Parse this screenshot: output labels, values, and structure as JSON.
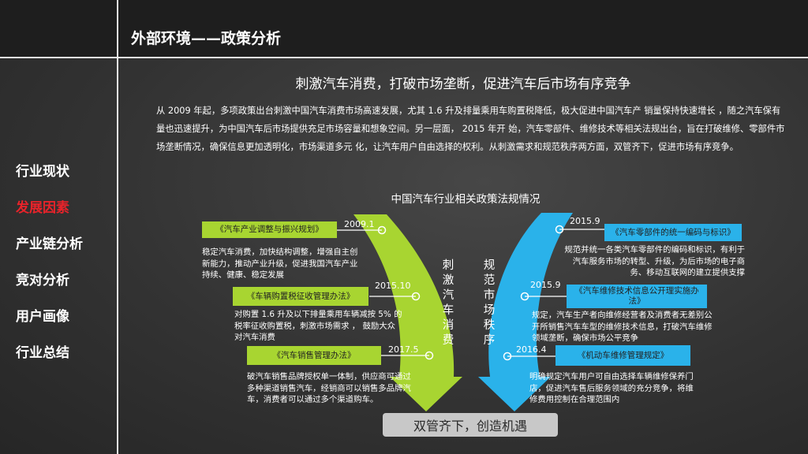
{
  "page_title": "外部环境——政策分析",
  "sidebar": {
    "items": [
      {
        "label": "行业现状"
      },
      {
        "label": "发展因素"
      },
      {
        "label": "产业链分析"
      },
      {
        "label": "竞对分析"
      },
      {
        "label": "用户画像"
      },
      {
        "label": "行业总结"
      }
    ],
    "active_color": "#e8232a"
  },
  "main": {
    "heading": "刺激汽车消费，打破市场垄断，促进汽车后市场有序竞争",
    "intro": "从 2009 年起，多项政策出台刺激中国汽车消费市场高速发展，尤其 1.6 升及排量乘用车购置税降低，极大促进中国汽车产 销量保持快速增长 ，随之汽车保有量也迅速提升，为中国汽车后市场提供充足市场容量和想象空间。另一层面， 2015 年开 始，汽车零部件、维修技术等相关法规出台，旨在打破维修、零部件市场垄断情况，确保信息更加透明化，市场渠道多元 化，让汽车用户自由选择的权利。从刺激需求和规范秩序两方面，双管齐下，促进市场有序竞争。",
    "chart_title": "中国汽车行业相关政策法规情况",
    "left_arrow": {
      "label": "刺激汽车消费",
      "color": "#a8d531",
      "items": [
        {
          "year": "2009.1",
          "law": "《汽车产业调整与振兴规划》",
          "desc": "稳定汽车消费，加快结构调整，增强自主创新能力，推动产业升级，促进我国汽车产业持续、健康、稳定发展"
        },
        {
          "year": "2015.10",
          "law": "《车辆购置税征收管理办法》",
          "desc": "对购置 1.6 升及以下排量乘用车辆减按 5% 的税率征收购置税，刺激市场需求 ， 鼓励大众对汽车消费"
        },
        {
          "year": "2017.5",
          "law": "《汽车销售管理办法》",
          "desc": "破汽车销售品牌授权单一体制，供应商可通过多种渠道销售汽车，经销商可以销售多品牌汽车，消费者可以通过多个渠道购车。"
        }
      ]
    },
    "right_arrow": {
      "label": "规范市场秩序",
      "color": "#2ab2ea",
      "items": [
        {
          "year": "2015.9",
          "law": "《汽车零部件的统一编码与标识》",
          "desc": "规范并统一各类汽车零部件的编码和标识，有利于汽车服务市场的转型、升级，为后市场的电子商务、移动互联网的建立提供支撑"
        },
        {
          "year": "2015.9",
          "law": "《汽车维修技术信息公开理实施办法》",
          "desc": "规定，汽车生产者向维修经营者及消费者无差别公开所销售汽车车型的维修技术信息，打破汽车维修领域垄断，确保市场公平竞争"
        },
        {
          "year": "2016.4",
          "law": "《机动车维修管理规定》",
          "desc": "明确规定汽车用户可自由选择车辆维修保养门店，促进汽车售后服务领域的充分竞争，将维修费用控制在合理范围内"
        }
      ]
    },
    "conclusion": "双管齐下，创造机遇"
  }
}
